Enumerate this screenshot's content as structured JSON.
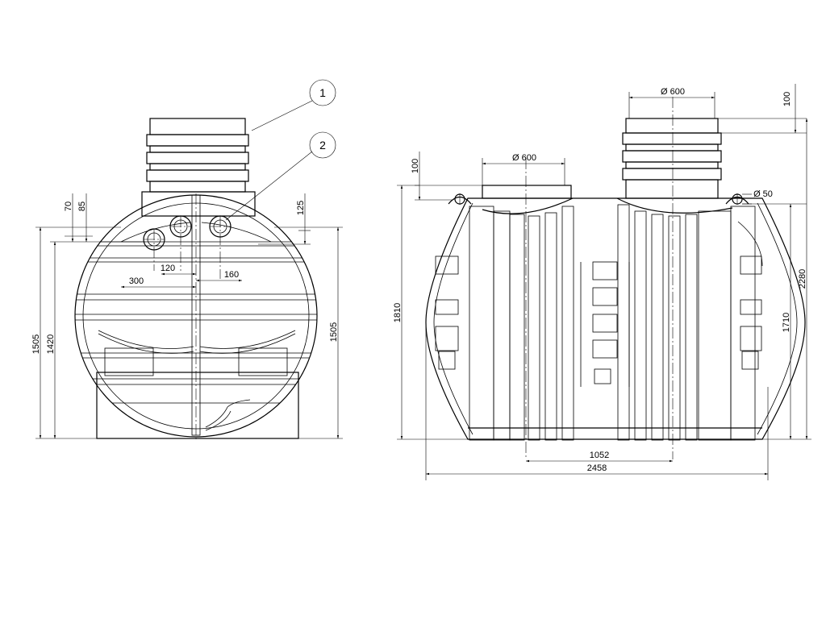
{
  "callouts": [
    "1",
    "2"
  ],
  "front_view": {
    "dims": {
      "h_total_left": "1505",
      "h_inner": "1420",
      "h_total_right": "1505",
      "top_70": "70",
      "top_85": "85",
      "top_125": "125",
      "off_120": "120",
      "off_300": "300",
      "off_160": "160"
    }
  },
  "side_view": {
    "dims": {
      "dia_left": "Ø 600",
      "dia_right": "Ø 600",
      "dia_small": "Ø 50",
      "top_100_left": "100",
      "top_100_right": "100",
      "h_1810": "1810",
      "h_1710": "1710",
      "h_2280": "2280",
      "len_1052": "1052",
      "len_2458": "2458"
    }
  }
}
